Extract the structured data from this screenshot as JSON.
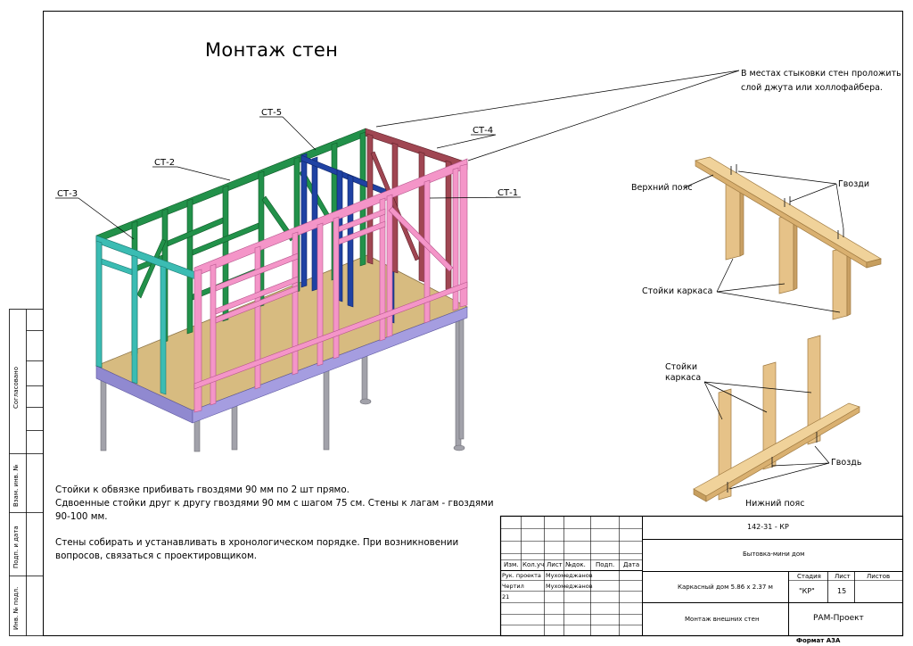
{
  "sheet": {
    "title": "Монтаж стен",
    "format_label": "Формат А3А"
  },
  "wall_labels": {
    "st1": "СТ-1",
    "st2": "СТ-2",
    "st3": "СТ-3",
    "st4": "СТ-4",
    "st5": "СТ-5"
  },
  "callout_joint": {
    "line1": "В местах стыковки стен проложить",
    "line2": "слой джута или холлофайбера."
  },
  "detail_top": {
    "top_plate": "Верхний пояс",
    "nails": "Гвозди",
    "studs": "Стойки каркаса"
  },
  "detail_bottom": {
    "studs_line1": "Стойки",
    "studs_line2": "каркаса",
    "nail": "Гвоздь",
    "bottom_plate": "Нижний пояс"
  },
  "notes": {
    "line1": "Стойки к обвязке прибивать гвоздями 90 мм по 2 шт прямо.",
    "line2": "Сдвоенные стойки друг к другу гвоздями 90 мм с шагом 75 см. Стены к лагам - гвоздями",
    "line3": "90-100 мм.",
    "line4": "Стены собирать и устанавливать в хронологическом порядке. При возникновении",
    "line5": "вопросов, связаться с проектировщиком."
  },
  "side_stamp": {
    "agreed": "Согласовано",
    "replaced_inv": "Взам. инв. №",
    "sign_date": "Подп. и дата",
    "inv_orig": "Инв. № подл."
  },
  "title_block": {
    "doc_code": "142-31 - КР",
    "object_name": "Бытовка-мини дом",
    "description": "Каркасный дом 5.86 x 2.37 м",
    "sheet_name": "Монтаж внешних стен",
    "organization": "РАМ-Проект",
    "stage_header": "Стадия",
    "sheet_header": "Лист",
    "sheets_header": "Листов",
    "stage_value": "\"КР\"",
    "sheet_value": "15",
    "sheets_value": "",
    "col_headers": [
      "Изм.",
      "Кол.уч",
      "Лист",
      "№док.",
      "Подп.",
      "Дата"
    ],
    "row1_role": "Рук. проекта",
    "row1_name": "Мухомеджанов",
    "row2_role": "Чертил",
    "row2_name": "Мухомеджанов",
    "row3_extra": "21"
  },
  "colors": {
    "st1_pink": "#f28fc4",
    "st2_green": "#1f8a43",
    "st3_teal": "#38b8b0",
    "st4_maroon": "#9c3f4c",
    "st5_blue": "#1e3f9e",
    "floor": "#d8bd82",
    "plate": "#8f87cf",
    "post": "#9c9ca4",
    "lumber": "#e9c68a"
  }
}
